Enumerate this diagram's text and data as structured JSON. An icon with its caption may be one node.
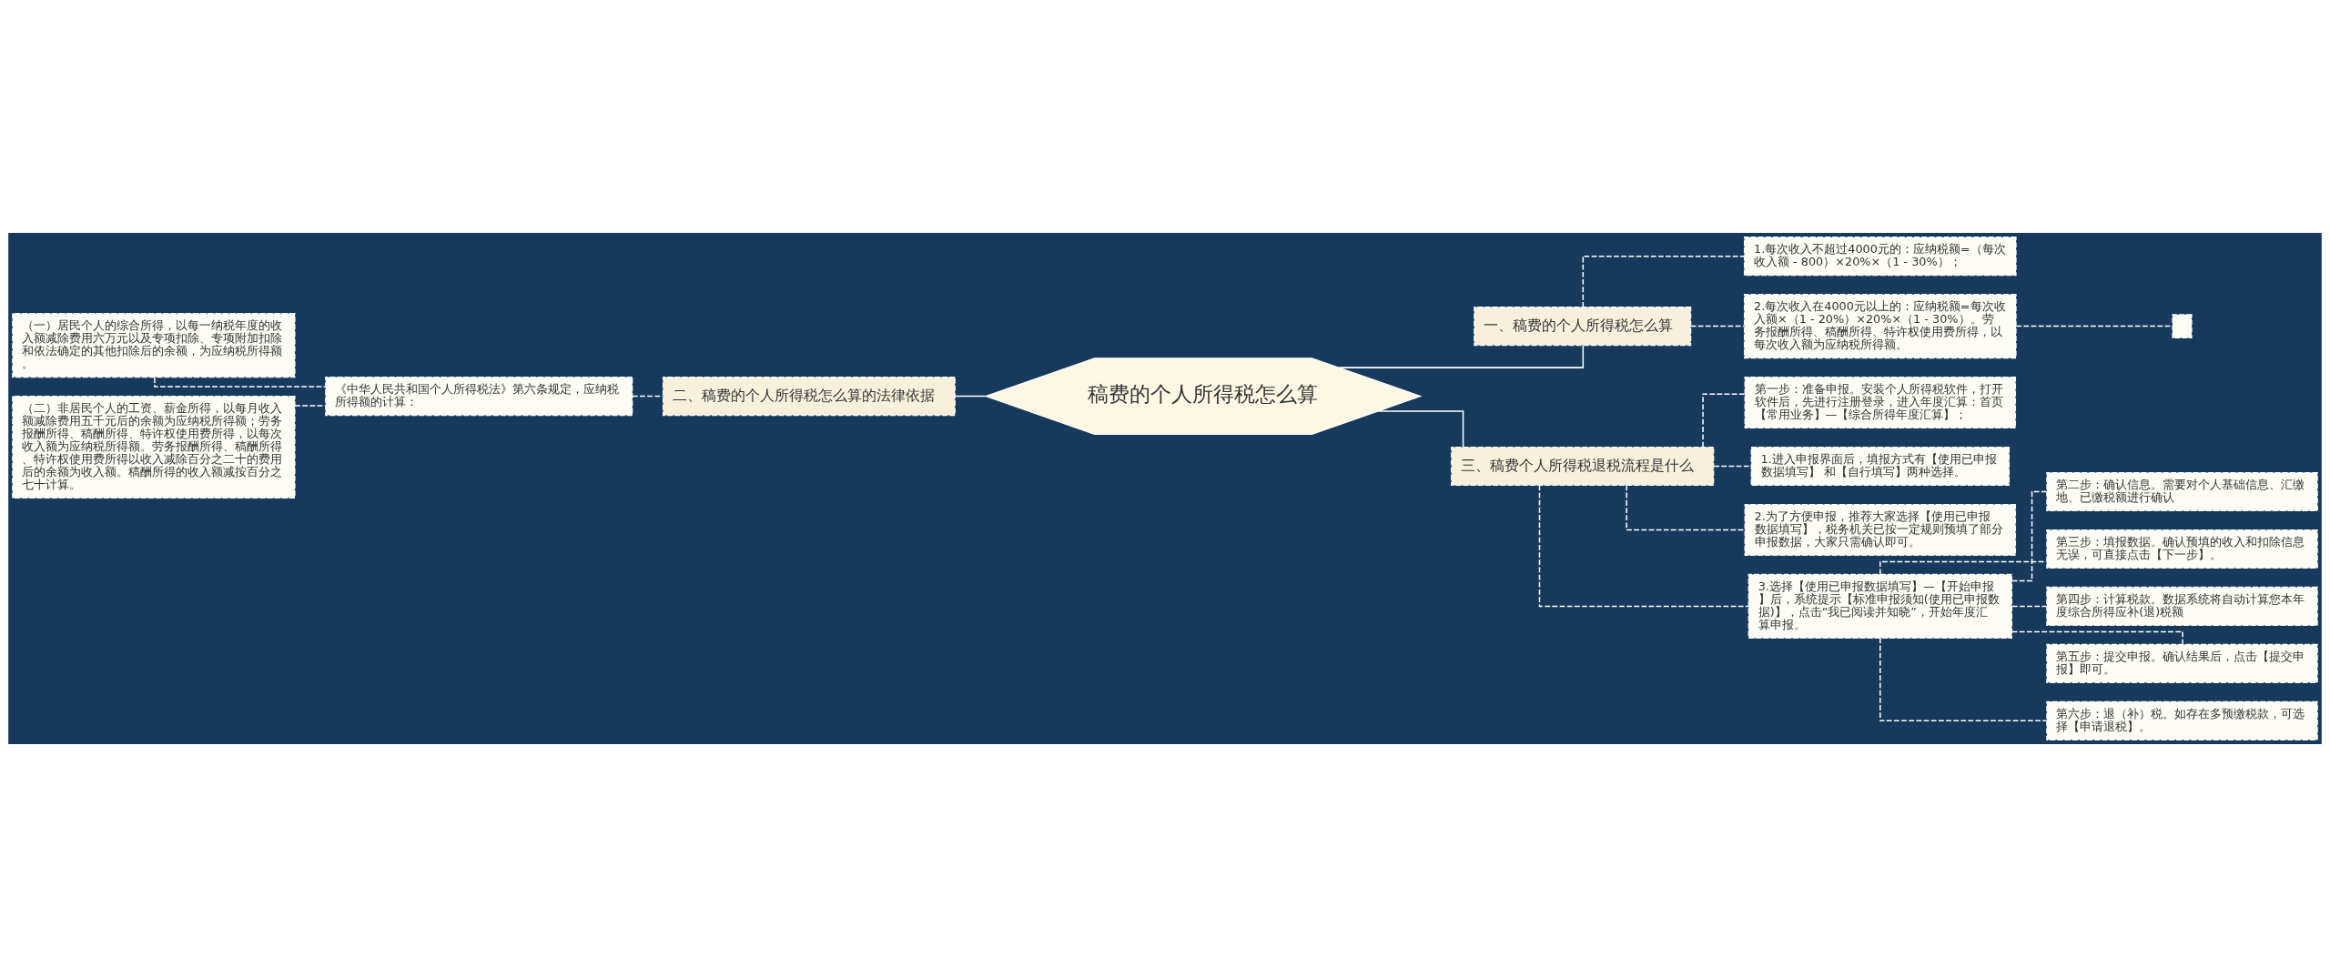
{
  "diagram": {
    "nodes": [
      {
        "text": [
          "稿费的个人所得税怎么算"
        ]
      },
      {
        "text": [
          "一、稿费的个人所得税怎么算"
        ]
      },
      {
        "text": [
          "1.每次收入不超过4000元的：应纳税额=（每次收入额 - 800）×20%×（1 - 30%）；"
        ]
      },
      {
        "text": [
          "2.每次收入在4000元以上的：应纳税额=每次收入额×（1 - 20%）×20%×（1 - 30%）。劳务报酬所得、稿酬所得、特许权使用费所得，以每次收入额为应纳税所得额。"
        ]
      },
      {
        "text": [],
        "shape": "box"
      },
      {
        "text": [
          "二、稿费的个人所得税怎么算的法律依据"
        ]
      },
      {
        "text": [
          "《中华人民共和国个人所得税法》第六条规定，应纳税所得额的计算："
        ]
      },
      {
        "text": [
          "（一）居民个人的综合所得，以每一纳税年度的收入额减除费用六万元以及专项扣除、专项附加扣除和依法确定的其他扣除后的余额，为应纳税所得额。"
        ]
      },
      {
        "text": [
          "（二）非居民个人的工资、薪金所得，以每月收入额减除费用五千元后的余额为应纳税所得额；劳务报酬所得、稿酬所得、特许权使用费所得，以每次收入额为应纳税所得额。劳务报酬所得、稿酬所得、特许权使用费所得以收入减除百分之二十的费用后的余额为收入额。稿酬所得的收入额减按百分之七十计算。"
        ]
      },
      {
        "text": [
          "三、稿费个人所得税退税流程是什么"
        ]
      },
      {
        "text": [
          "第一步：准备申报。安装个人所得税软件，打开软件后，先进行注册登录，进入年度汇算：首页【常用业务】—【综合所得年度汇算】；"
        ]
      },
      {
        "text": [
          "1.进入申报界面后，填报方式有【使用已申报数据填写】 和【自行填写】两种选择。"
        ]
      },
      {
        "text": [
          "2.为了方便申报，推荐大家选择【使用已申报数据填写】，税务机关已按一定规则预填了部分申报数据，大家只需确认即可。"
        ]
      },
      {
        "text": [
          "3.选择【使用已申报数据填写】—【开始申报】后，系统提示【标准申报须知(使用已申报数据)】，点击“我已阅读并知晓”，开始年度汇算申报。"
        ]
      },
      {
        "text": [
          "第二步：确认信息。需要对个人基础信息、汇缴地、已缴税额进行确认"
        ]
      },
      {
        "text": [
          "第三步：填报数据。确认预填的收入和扣除信息无误，可直接点击【下一步】。"
        ]
      },
      {
        "text": [
          "第四步：计算税款。数据系统将自动计算您本年度综合所得应补(退)税额"
        ]
      },
      {
        "text": [
          "第五步：提交申报。确认结果后，点击【提交申报】即可。"
        ]
      },
      {
        "text": [
          "第六步：退（补）税。如存在多预缴税款，可选择【申请退税】。"
        ]
      }
    ],
    "edges": [
      {
        "from": 0,
        "to": 1,
        "arrow": "none"
      },
      {
        "from": 1,
        "to": 2,
        "arrow": "none",
        "style": "dashed"
      },
      {
        "from": 1,
        "to": 3,
        "arrow": "none",
        "style": "dashed"
      },
      {
        "from": 3,
        "to": 4,
        "arrow": "none",
        "style": "dashed"
      },
      {
        "from": 0,
        "to": 5,
        "arrow": "none"
      },
      {
        "from": 5,
        "to": 6,
        "arrow": "none",
        "style": "dashed"
      },
      {
        "from": 6,
        "to": 7,
        "arrow": "none",
        "style": "dashed"
      },
      {
        "from": 6,
        "to": 8,
        "arrow": "none",
        "style": "dashed"
      },
      {
        "from": 0,
        "to": 9,
        "arrow": "none"
      },
      {
        "from": 9,
        "to": 10,
        "arrow": "none",
        "style": "dashed"
      },
      {
        "from": 9,
        "to": 11,
        "arrow": "none",
        "style": "dashed"
      },
      {
        "from": 9,
        "to": 12,
        "arrow": "none",
        "style": "dashed"
      },
      {
        "from": 9,
        "to": 13,
        "arrow": "none",
        "style": "dashed"
      },
      {
        "from": 13,
        "to": 14,
        "arrow": "none",
        "style": "dashed"
      },
      {
        "from": 13,
        "to": 15,
        "arrow": "none",
        "style": "dashed"
      },
      {
        "from": 13,
        "to": 16,
        "arrow": "none",
        "style": "dashed"
      },
      {
        "from": 13,
        "to": 17,
        "arrow": "none",
        "style": "dashed"
      },
      {
        "from": 13,
        "to": 18,
        "arrow": "none",
        "style": "dashed"
      }
    ]
  }
}
